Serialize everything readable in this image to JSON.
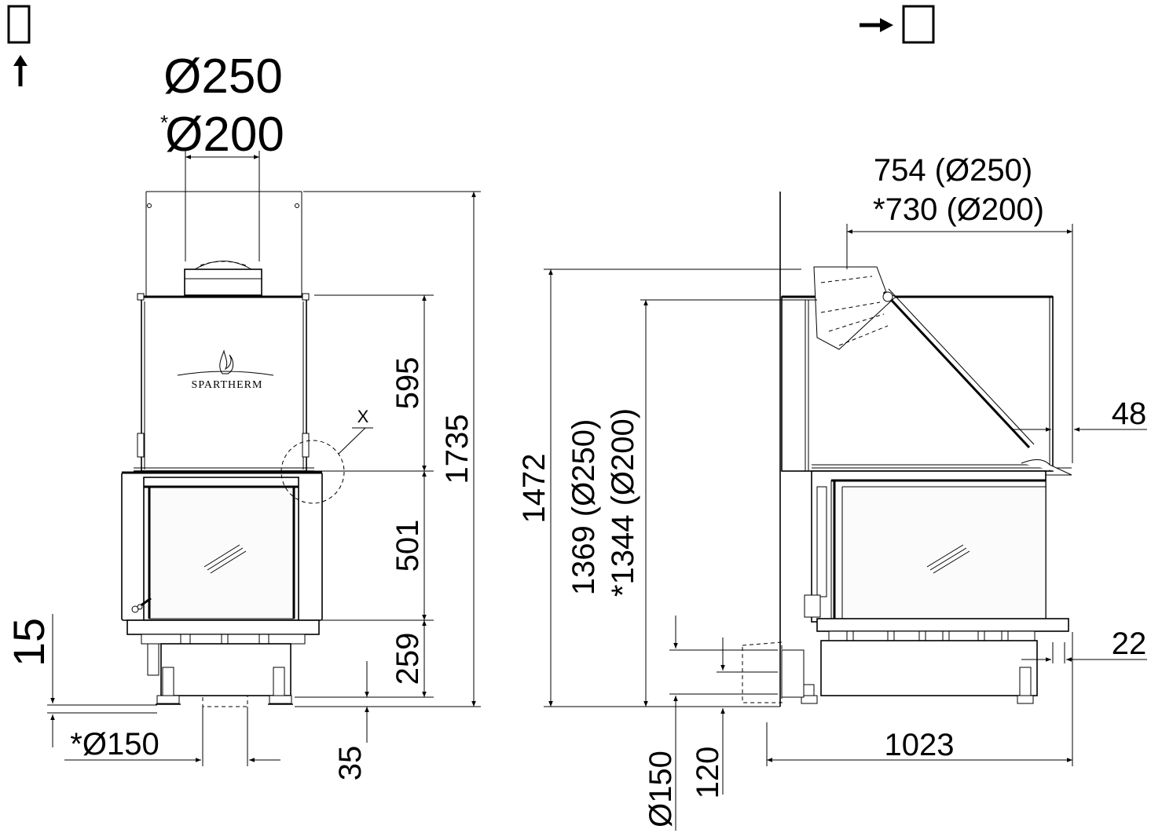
{
  "view_icons": {
    "front": "front-view-icon",
    "side": "side-view-icon"
  },
  "brand": {
    "name": "SPARTHERM"
  },
  "front_view": {
    "flue_dia_main": "Ø250",
    "flue_dia_alt_prefix": "*",
    "flue_dia_alt": "Ø200",
    "dim_595": "595",
    "dim_501": "501",
    "dim_259": "259",
    "dim_1735": "1735",
    "dim_15": "15",
    "dim_35": "35",
    "inlet_dia": "*Ø150",
    "detail_marker": "X"
  },
  "side_view": {
    "depth_main": "754 (Ø250)",
    "depth_alt": "*730 (Ø200)",
    "dim_48": "48",
    "dim_22": "22",
    "dim_1472": "1472",
    "dim_1369": "1369 (Ø250)",
    "dim_1344": "*1344 (Ø200)",
    "dim_1023": "1023",
    "dim_150": "Ø150",
    "dim_120": "120"
  },
  "colors": {
    "line": "#000000",
    "background": "#ffffff"
  }
}
